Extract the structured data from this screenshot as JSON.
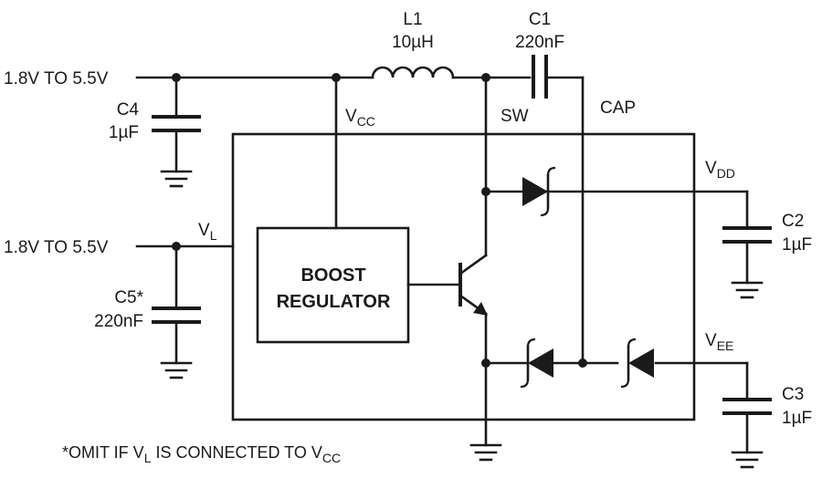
{
  "inputs": {
    "top_voltage": "1.8V TO 5.5V",
    "bottom_voltage": "1.8V TO 5.5V"
  },
  "components": {
    "l1": {
      "name": "L1",
      "value": "10µH"
    },
    "c1": {
      "name": "C1",
      "value": "220nF"
    },
    "c2": {
      "name": "C2",
      "value": "1µF"
    },
    "c3": {
      "name": "C3",
      "value": "1µF"
    },
    "c4": {
      "name": "C4",
      "value": "1µF"
    },
    "c5": {
      "name": "C5*",
      "value": "220nF"
    }
  },
  "pins": {
    "vcc": {
      "main": "V",
      "sub": "CC"
    },
    "vl": {
      "main": "V",
      "sub": "L"
    },
    "vdd": {
      "main": "V",
      "sub": "DD"
    },
    "vee": {
      "main": "V",
      "sub": "EE"
    },
    "sw": "SW",
    "cap": "CAP"
  },
  "block": {
    "line1": "BOOST",
    "line2": "REGULATOR"
  },
  "footnote": {
    "part1": "*OMIT IF V",
    "sub1": "L",
    "part2": " IS CONNECTED TO V",
    "sub2": "CC"
  }
}
